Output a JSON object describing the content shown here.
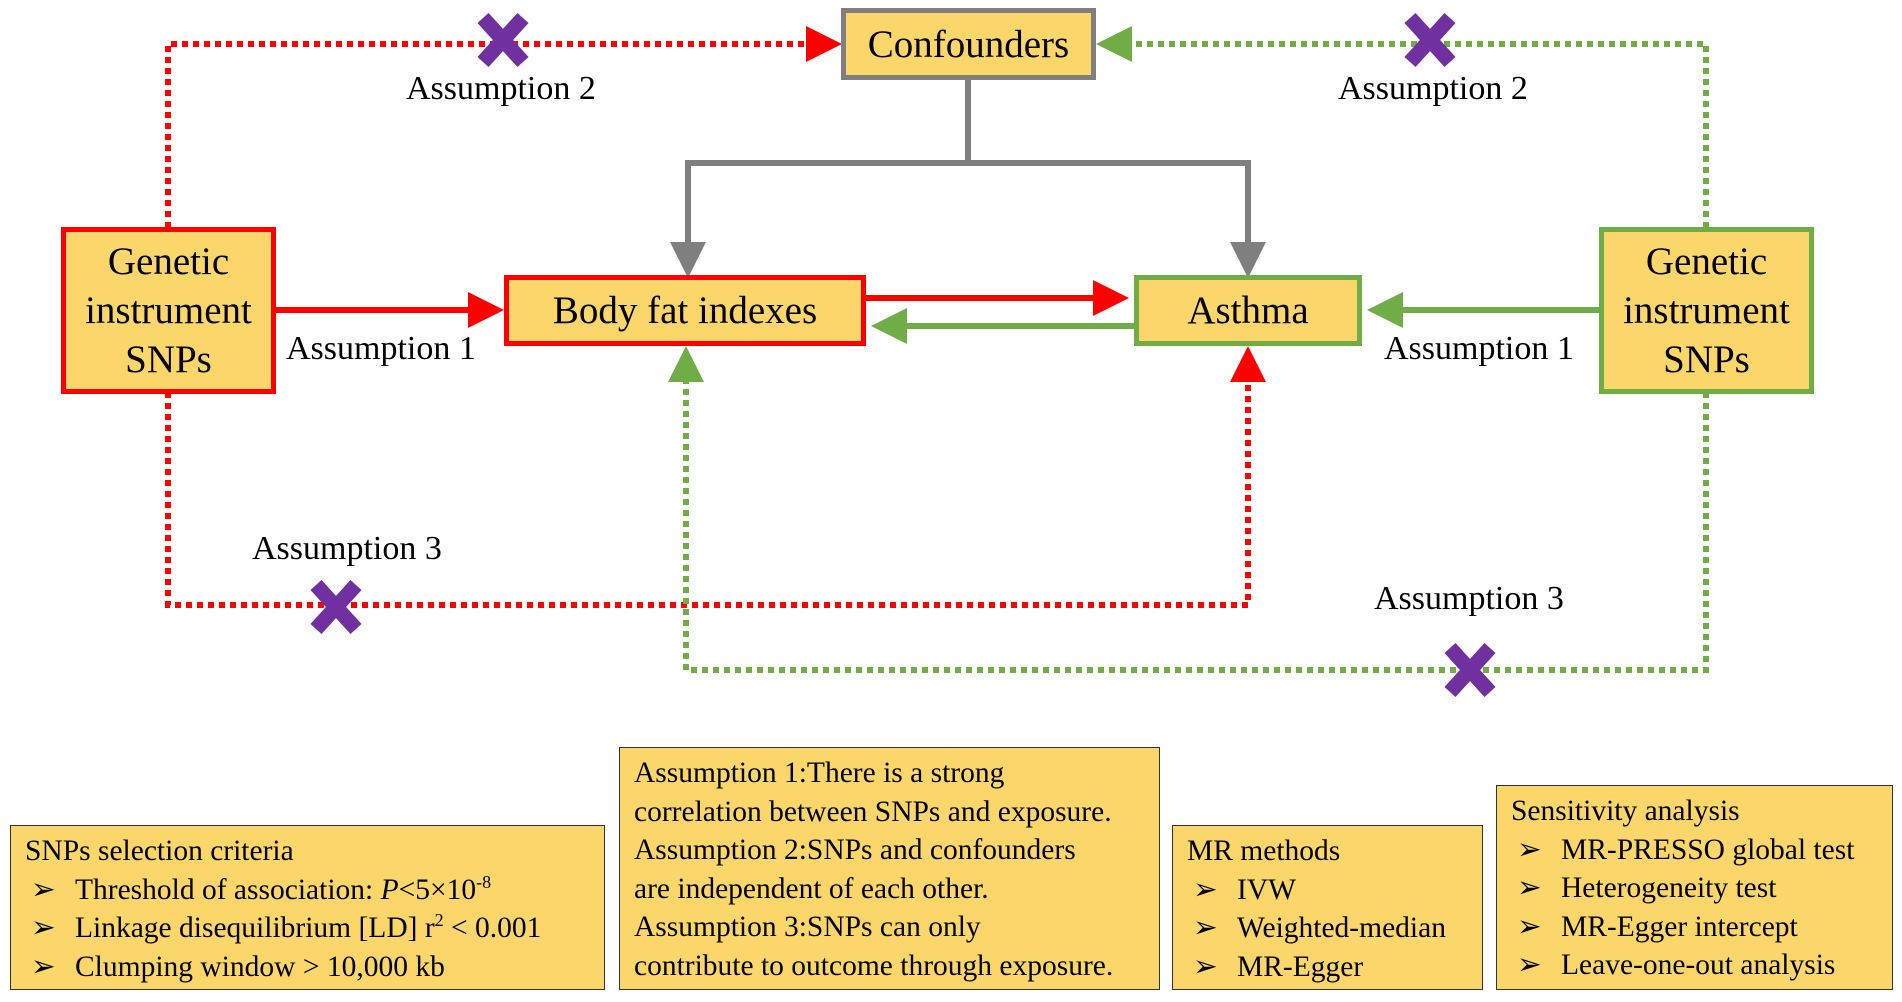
{
  "nodes": {
    "confounders": "Confounders",
    "exposure": "Body fat indexes",
    "outcome": "Asthma",
    "instrument_left": [
      "Genetic",
      "instrument",
      "SNPs"
    ],
    "instrument_right": [
      "Genetic",
      "instrument",
      "SNPs"
    ]
  },
  "labels": {
    "assumption1": "Assumption 1",
    "assumption2": "Assumption 2",
    "assumption3": "Assumption 3"
  },
  "panels": {
    "snp_criteria": {
      "title": "SNPs selection criteria",
      "items": [
        {
          "text": "Threshold of association: ",
          "p_symbol": "P",
          "p_value": "<5×10",
          "exponent": "-8"
        },
        {
          "text": "Linkage disequilibrium [LD] r",
          "exponent": "2",
          "suffix": " < 0.001"
        },
        {
          "text": "Clumping window > 10,000 kb"
        }
      ]
    },
    "assumptions": [
      "Assumption 1:There is a strong",
      "correlation between SNPs and exposure.",
      "Assumption 2:SNPs and confounders",
      "are independent of each other.",
      "Assumption 3:SNPs can only",
      "contribute to outcome through exposure."
    ],
    "mr_methods": {
      "title": "MR methods",
      "items": [
        "IVW",
        "Weighted-median",
        "MR-Egger"
      ]
    },
    "sensitivity": {
      "title": "Sensitivity analysis",
      "items": [
        "MR-PRESSO global test",
        "Heterogeneity test",
        "MR-Egger intercept",
        "Leave-one-out analysis"
      ]
    }
  },
  "bullet": "➢",
  "colors": {
    "box_fill": "#fbd66a",
    "forward_red": "#ff0000",
    "reverse_green": "#70ad47",
    "confounder_gray": "#7f7f7f",
    "violation_cross": "#7030a0"
  },
  "icons": {
    "violation": "cross-icon"
  }
}
